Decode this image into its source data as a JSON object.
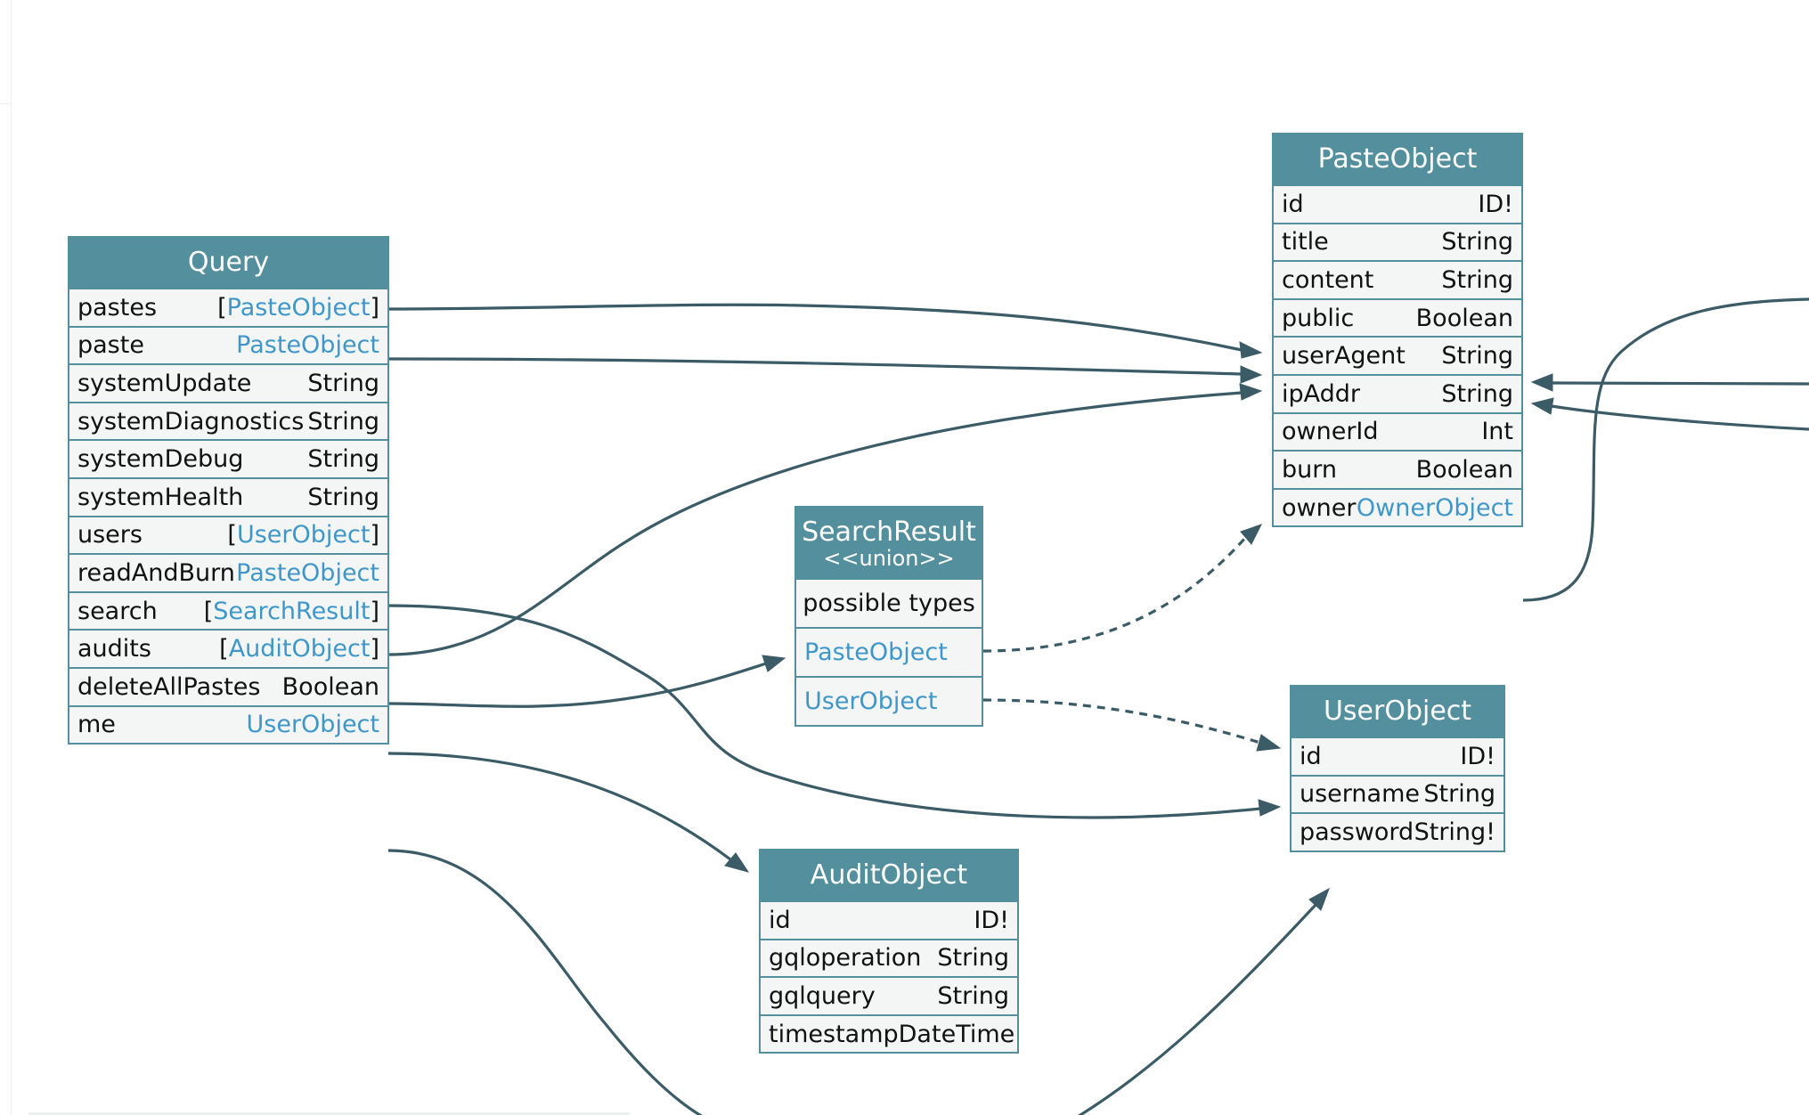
{
  "colors": {
    "header_bg": "#548f9e",
    "row_bg": "#f4f6f6",
    "link": "#3f97c9",
    "edge": "#3b5b66"
  },
  "nodes": {
    "query": {
      "title": "Query",
      "fields": [
        {
          "name": "pastes",
          "type": "PasteObject",
          "list": true,
          "link": true
        },
        {
          "name": "paste",
          "type": "PasteObject",
          "list": false,
          "link": true
        },
        {
          "name": "systemUpdate",
          "type": "String",
          "list": false,
          "link": false
        },
        {
          "name": "systemDiagnostics",
          "type": "String",
          "list": false,
          "link": false
        },
        {
          "name": "systemDebug",
          "type": "String",
          "list": false,
          "link": false
        },
        {
          "name": "systemHealth",
          "type": "String",
          "list": false,
          "link": false
        },
        {
          "name": "users",
          "type": "UserObject",
          "list": true,
          "link": true
        },
        {
          "name": "readAndBurn",
          "type": "PasteObject",
          "list": false,
          "link": true
        },
        {
          "name": "search",
          "type": "SearchResult",
          "list": true,
          "link": true
        },
        {
          "name": "audits",
          "type": "AuditObject",
          "list": true,
          "link": true
        },
        {
          "name": "deleteAllPastes",
          "type": "Boolean",
          "list": false,
          "link": false
        },
        {
          "name": "me",
          "type": "UserObject",
          "list": false,
          "link": true
        }
      ]
    },
    "paste": {
      "title": "PasteObject",
      "fields": [
        {
          "name": "id",
          "type": "ID!",
          "list": false,
          "link": false
        },
        {
          "name": "title",
          "type": "String",
          "list": false,
          "link": false
        },
        {
          "name": "content",
          "type": "String",
          "list": false,
          "link": false
        },
        {
          "name": "public",
          "type": "Boolean",
          "list": false,
          "link": false
        },
        {
          "name": "userAgent",
          "type": "String",
          "list": false,
          "link": false
        },
        {
          "name": "ipAddr",
          "type": "String",
          "list": false,
          "link": false
        },
        {
          "name": "ownerId",
          "type": "Int",
          "list": false,
          "link": false
        },
        {
          "name": "burn",
          "type": "Boolean",
          "list": false,
          "link": false
        },
        {
          "name": "owner",
          "type": "OwnerObject",
          "list": false,
          "link": true
        }
      ]
    },
    "search": {
      "title": "SearchResult",
      "stereotype": "<<union>>",
      "possible_label": "possible types",
      "types": [
        "PasteObject",
        "UserObject"
      ]
    },
    "user": {
      "title": "UserObject",
      "fields": [
        {
          "name": "id",
          "type": "ID!",
          "list": false,
          "link": false
        },
        {
          "name": "username",
          "type": "String",
          "list": false,
          "link": false
        },
        {
          "name": "password",
          "type": "String!",
          "list": false,
          "link": false
        }
      ]
    },
    "audit": {
      "title": "AuditObject",
      "fields": [
        {
          "name": "id",
          "type": "ID!",
          "list": false,
          "link": false
        },
        {
          "name": "gqloperation",
          "type": "String",
          "list": false,
          "link": false
        },
        {
          "name": "gqlquery",
          "type": "String",
          "list": false,
          "link": false
        },
        {
          "name": "timestamp",
          "type": "DateTime",
          "list": false,
          "link": false
        }
      ]
    }
  }
}
